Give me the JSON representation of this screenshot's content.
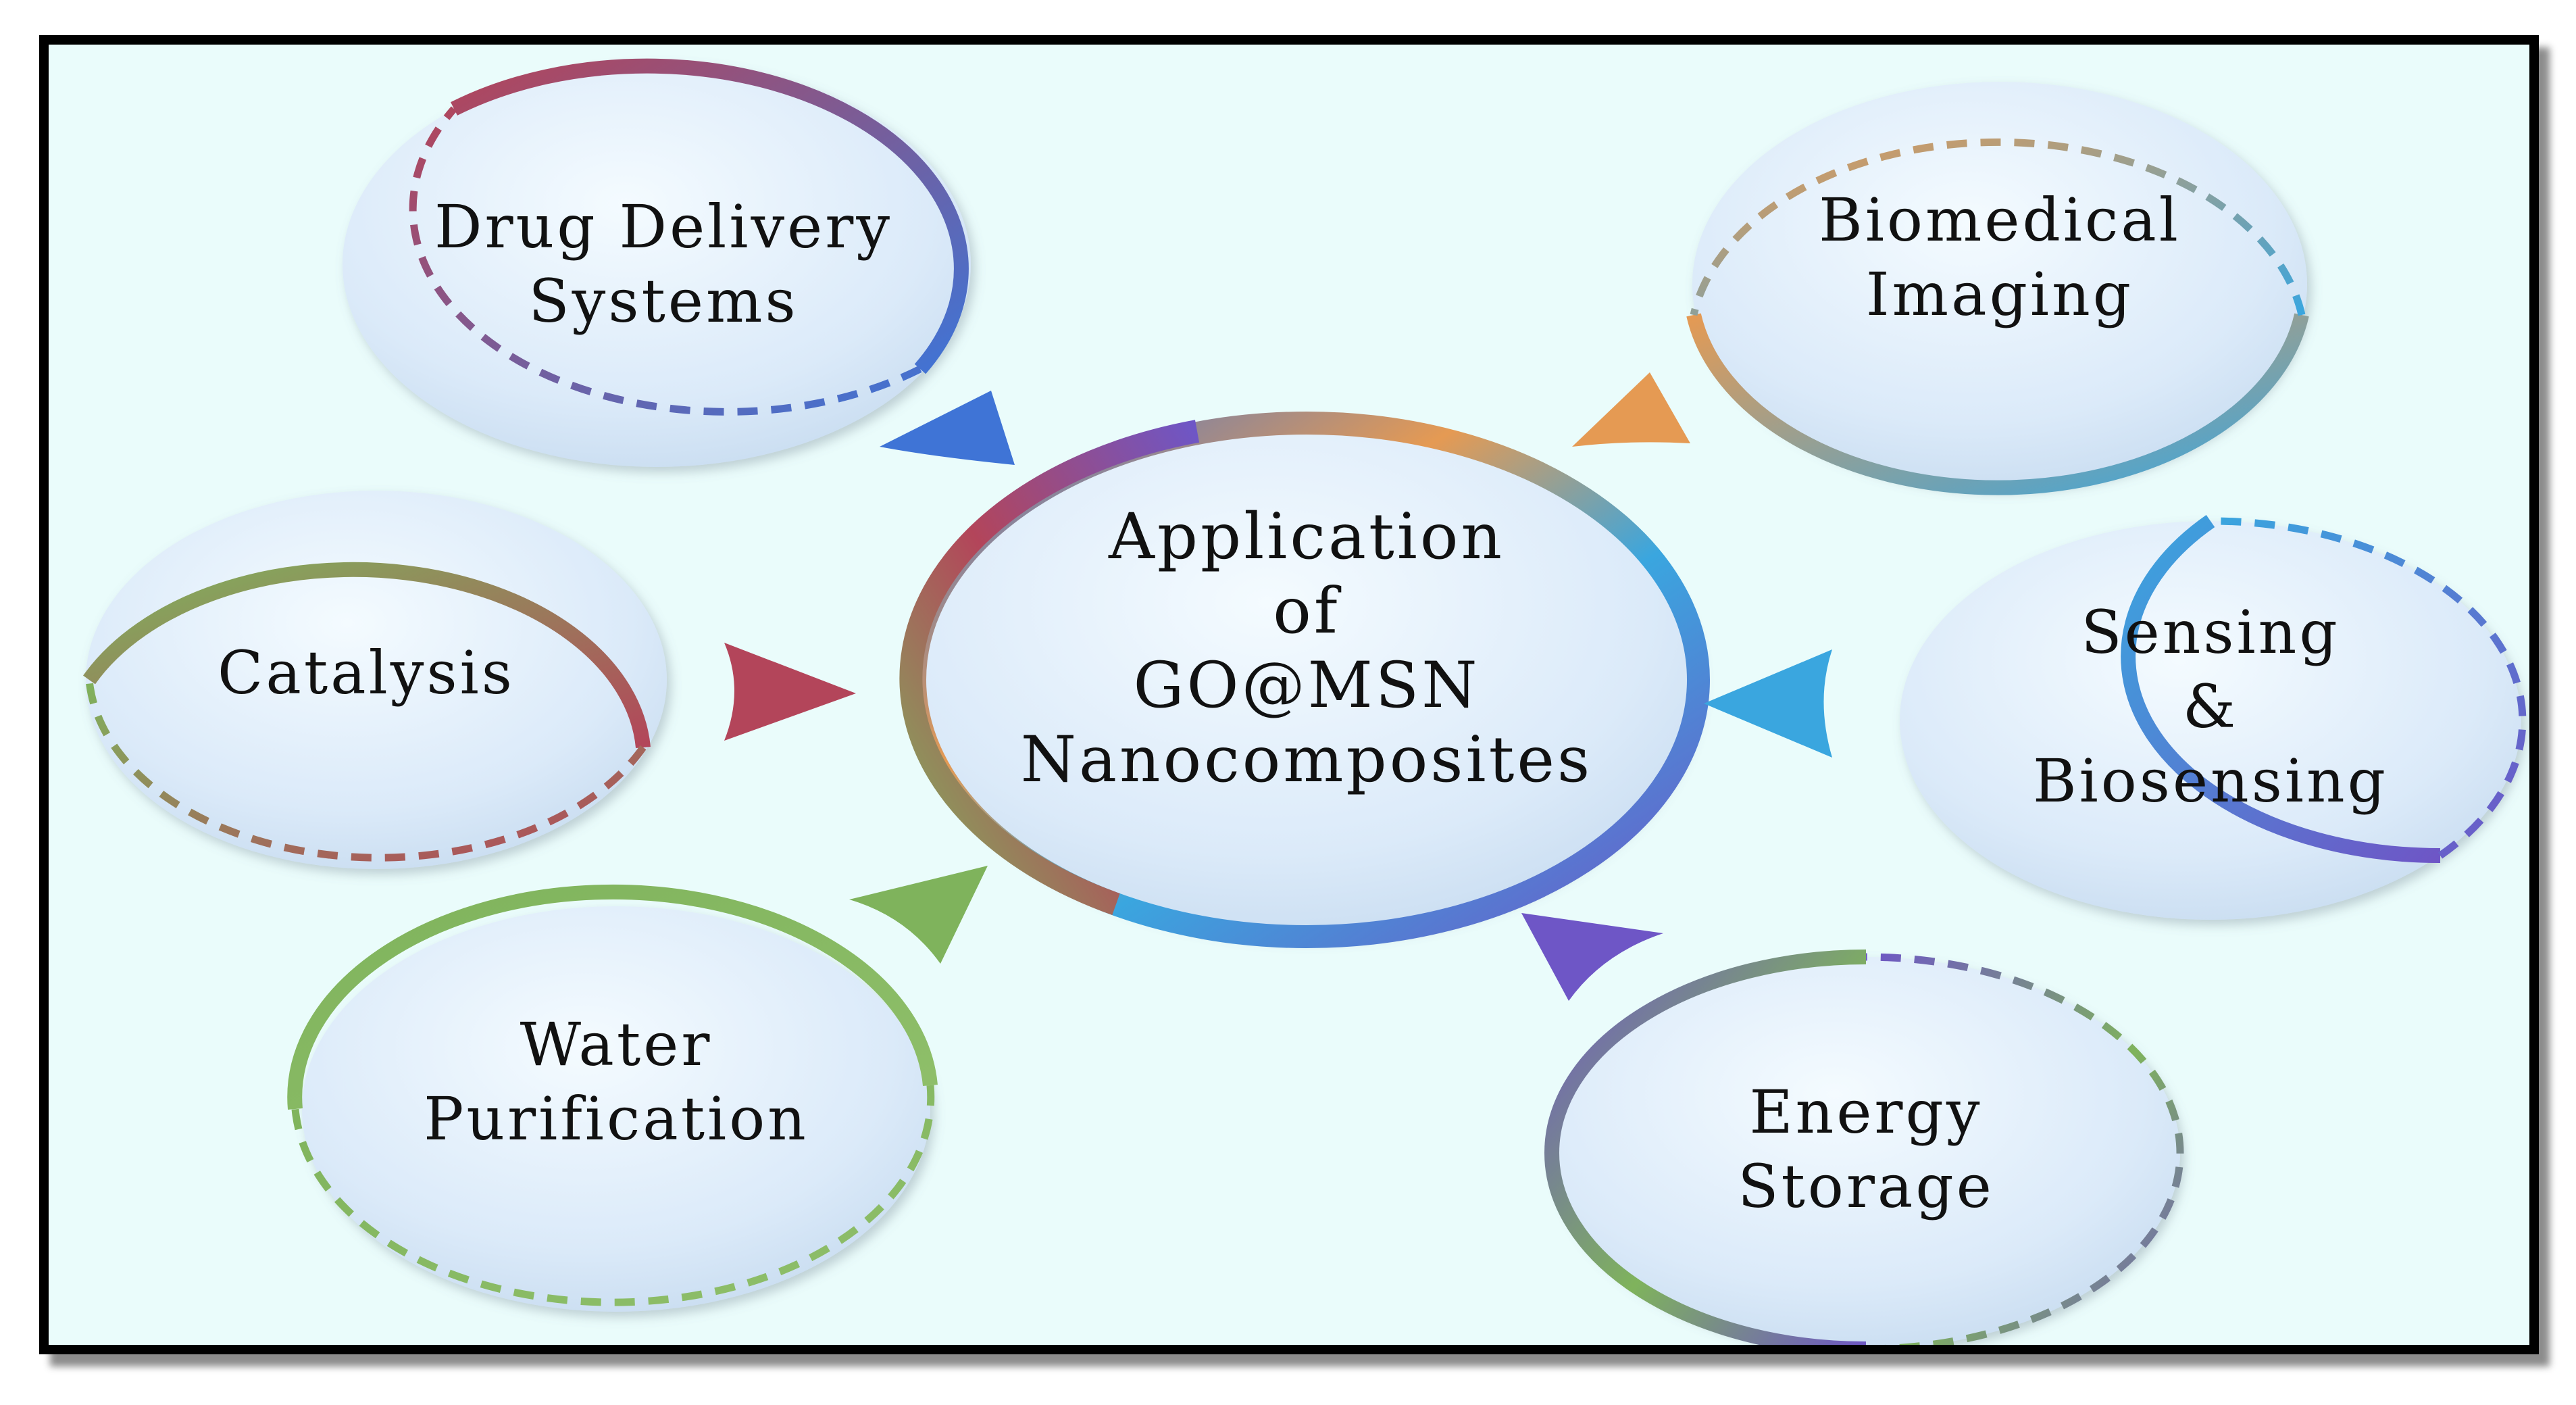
{
  "diagram": {
    "center": {
      "lines": [
        "Application",
        "of",
        "GO@MSN",
        "Nanocomposites"
      ]
    },
    "nodes": [
      {
        "id": "drug-delivery",
        "lines": [
          "Drug Delivery",
          "Systems"
        ]
      },
      {
        "id": "biomedical-imaging",
        "lines": [
          "Biomedical",
          "Imaging"
        ]
      },
      {
        "id": "catalysis",
        "lines": [
          "Catalysis"
        ]
      },
      {
        "id": "sensing",
        "lines": [
          "Sensing",
          "&",
          "Biosensing"
        ]
      },
      {
        "id": "water-purification",
        "lines": [
          "Water",
          "Purification"
        ]
      },
      {
        "id": "energy-storage",
        "lines": [
          "Energy",
          "Storage"
        ]
      }
    ],
    "colors": {
      "background": "#eafcfb",
      "blue": "#3f74d6",
      "orange": "#e59a53",
      "red": "#b3455a",
      "cyan": "#3aa6df",
      "green": "#7fb35c",
      "purple": "#6e56c6"
    }
  }
}
